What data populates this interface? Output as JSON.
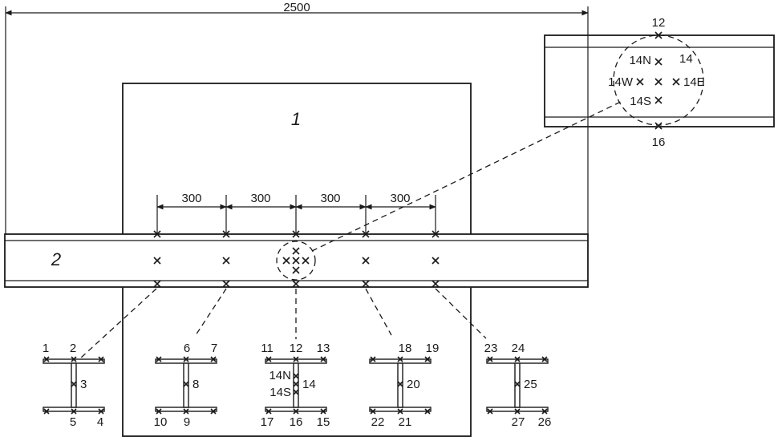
{
  "dimensions": {
    "overall_length": "2500",
    "spacings": [
      "300",
      "300",
      "300",
      "300"
    ]
  },
  "labels": {
    "plate": "1",
    "beam": "2"
  },
  "detail_labels": {
    "top": "12",
    "north": "14N",
    "center": "14",
    "west": "14W",
    "east": "14E",
    "south": "14S",
    "bottom": "16"
  },
  "sections": [
    {
      "id": "s1",
      "top_left": "1",
      "top_right": "2",
      "web": "3",
      "bottom_left": "5",
      "bottom_right": "4"
    },
    {
      "id": "s2",
      "top_left": "6",
      "top_right": "7",
      "web": "8",
      "bottom_left": "10",
      "bottom_right": "9"
    },
    {
      "id": "s3",
      "top_left": "11",
      "top_center": "12",
      "top_right": "13",
      "web": "14",
      "web_north": "14N",
      "web_south": "14S",
      "bottom_left": "17",
      "bottom_center": "16",
      "bottom_right": "15"
    },
    {
      "id": "s4",
      "top_left": "18",
      "top_right": "19",
      "web": "20",
      "bottom_left": "22",
      "bottom_right": "21"
    },
    {
      "id": "s5",
      "top_left": "23",
      "top_right": "24",
      "web": "25",
      "bottom_left": "27",
      "bottom_right": "26"
    }
  ],
  "colors": {
    "line": "#1a1a1a",
    "background": "#ffffff"
  }
}
